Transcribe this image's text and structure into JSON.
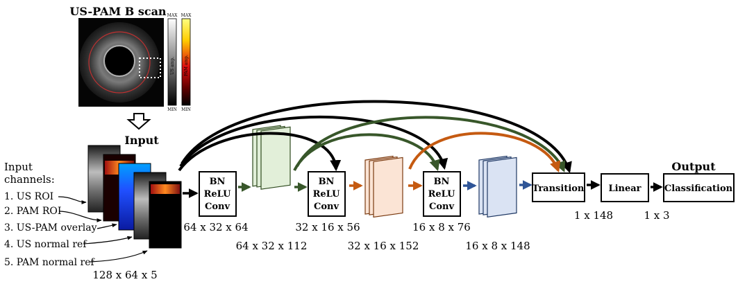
{
  "title": "US-PAM B scan",
  "scale_bars": {
    "us": {
      "max": "MAX",
      "label": "US amp.",
      "min": "MIN"
    },
    "pam": {
      "max": "MAX",
      "label": "PAM amp.",
      "min": "MIN"
    }
  },
  "input_label": "Input",
  "channels": {
    "header_line1": "Input",
    "header_line2": "channels:",
    "items": [
      "1. US ROI",
      "2. PAM ROI",
      "3. US-PAM overlay",
      "4. US normal ref",
      "5. PAM normal ref"
    ],
    "dims": "128 x 64 x 5"
  },
  "blocks": [
    {
      "line1": "BN",
      "line2": "ReLU",
      "line3": "Conv",
      "dims": "64 x 32 x 64"
    },
    {
      "line1": "BN",
      "line2": "ReLU",
      "line3": "Conv",
      "dims": "32 x 16 x 56"
    },
    {
      "line1": "BN",
      "line2": "ReLU",
      "line3": "Conv",
      "dims": "16 x 8 x 76"
    }
  ],
  "feature_maps": [
    {
      "dims": "64 x 32 x 112",
      "fill": "#e2efd9",
      "stroke": "#2e4a1e"
    },
    {
      "dims": "32 x 16 x 152",
      "fill": "#fbe4d5",
      "stroke": "#7a3a10"
    },
    {
      "dims": "16 x 8 x 148",
      "fill": "#dae3f3",
      "stroke": "#1f3864"
    }
  ],
  "transition": {
    "label": "Transition",
    "dims": "1 x 148"
  },
  "linear": {
    "label": "Linear",
    "dims": "1 x 3"
  },
  "output": {
    "header": "Output",
    "label": "Classification"
  },
  "colors": {
    "black": "#000000",
    "green": "#38572a",
    "orange": "#c55a11",
    "blue": "#2f5597"
  }
}
